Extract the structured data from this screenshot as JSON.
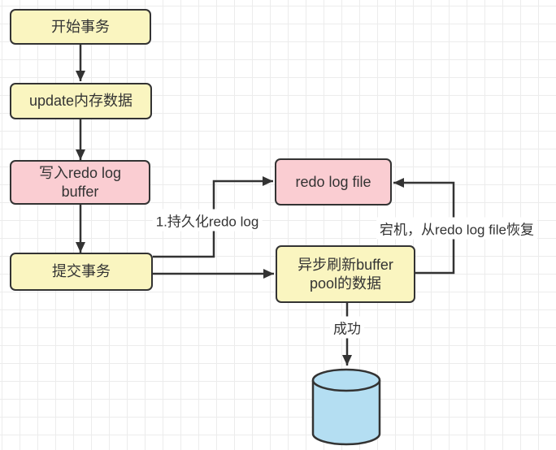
{
  "diagram": {
    "nodes": {
      "start": {
        "label": "开始事务"
      },
      "update_memory": {
        "label": "update内存数据"
      },
      "write_redo_buffer": {
        "label": "写入redo log buffer"
      },
      "commit": {
        "label": "提交事务"
      },
      "redo_log_file": {
        "label": "redo log file"
      },
      "async_flush": {
        "label": "异步刷新buffer pool的数据"
      }
    },
    "edge_labels": {
      "persist": "1.持久化redo log",
      "crash_recover": "宕机，从redo log file恢复",
      "success": "成功"
    },
    "colors": {
      "yellow_fill": "#faf5c0",
      "pink_fill": "#facdd2",
      "blue_fill": "#b4def2",
      "stroke": "#333333",
      "grid_line": "#ececec",
      "canvas_bg": "#ffffff",
      "text": "#333333"
    }
  }
}
